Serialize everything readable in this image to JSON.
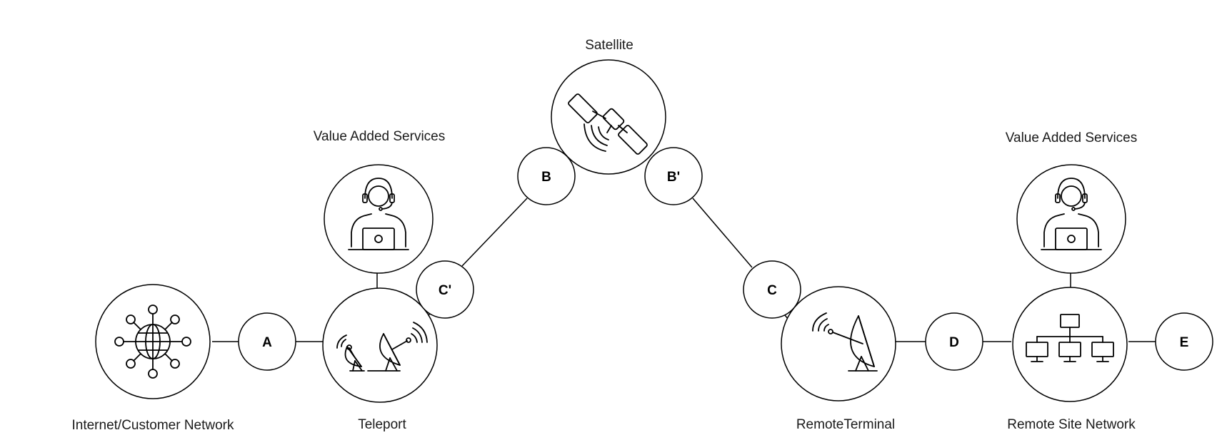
{
  "nodes": {
    "internet": {
      "label": "Internet/Customer Network",
      "icon": "globe-network-icon"
    },
    "teleport": {
      "label": "Teleport",
      "icon": "dual-satellite-dish-icon"
    },
    "vas_left": {
      "label": "Value Added Services",
      "icon": "support-agent-icon"
    },
    "satellite": {
      "label": "Satellite",
      "icon": "satellite-icon"
    },
    "remote_terminal": {
      "label": "RemoteTerminal",
      "icon": "satellite-dish-icon"
    },
    "remote_site": {
      "label": "Remote Site Network",
      "icon": "network-hierarchy-icon"
    },
    "vas_right": {
      "label": "Value Added Services",
      "icon": "support-agent-icon"
    }
  },
  "points": {
    "a": "A",
    "b": "B",
    "b_prime": "B'",
    "c": "C",
    "c_prime": "C'",
    "d": "D",
    "e": "E"
  }
}
